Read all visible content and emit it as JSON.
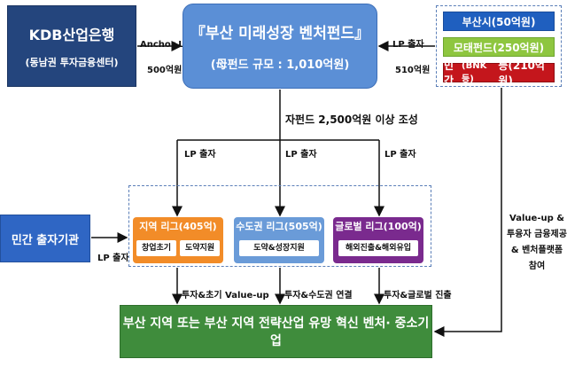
{
  "kdb": {
    "name": "KDB산업은행",
    "sub": "(동남권 투자금융센터)"
  },
  "fund": {
    "title": "『부산 미래성장 벤처펀드』",
    "sub": "(母펀드 규모 : 1,010억원)"
  },
  "investors_right": [
    {
      "label": "부산시(50억원)"
    },
    {
      "label": "모태펀드(250억원)"
    },
    {
      "label_a": "민간",
      "label_b": "(BNK 등)",
      "label_c": " 등(210억원)"
    }
  ],
  "flows": {
    "anchor_lp": "Anchor LP 출자",
    "anchor_amount": "500억원",
    "lp_right": "LP 출자",
    "lp_right_amount": "510억원",
    "subfund": "자펀드 2,500억원 이상 조성",
    "lp1": "LP 출자",
    "lp2": "LP 출자",
    "lp3": "LP 출자",
    "private_lp": "LP 출자",
    "valueup": [
      "Value-up &",
      "투융자 금융제공",
      "& 벤처플랫폼 참여"
    ]
  },
  "private_investors": "민간 출자기관",
  "leagues": [
    {
      "head": "지역 리그(405억)",
      "subs": [
        "창업초기",
        "도약지원"
      ],
      "color": "#f28c28"
    },
    {
      "head": "수도권 리그(505억)",
      "subs": [
        "도약&성장지원"
      ],
      "color": "#6a9bd8"
    },
    {
      "head": "글로벌 리그(100억)",
      "subs": [
        "해외진출&해외유입"
      ],
      "color": "#7a2a8e"
    }
  ],
  "outcomes": [
    "투자&초기 Value-up",
    "투자&수도권 연결",
    "투자&글로벌 진출"
  ],
  "target": "부산 지역 또는 부산 지역 전략산업 유망 혁신 벤처· 중소기업"
}
